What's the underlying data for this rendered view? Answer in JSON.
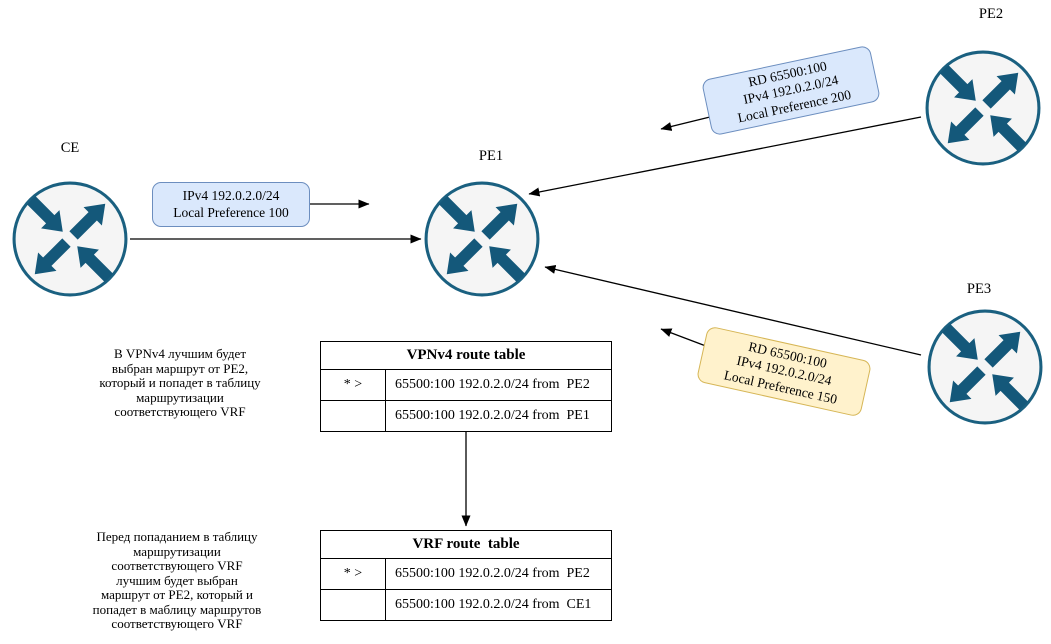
{
  "diagram": {
    "title": "VPNv4 best path selection diagram",
    "colors": {
      "background": "#ffffff",
      "router_fill": "#f5f5f5",
      "router_stroke": "#14587a",
      "connector": "#000000",
      "callout_blue_fill": "#dae8fc",
      "callout_blue_border": "#6c8ebf",
      "callout_yellow_fill": "#fff2cc",
      "callout_yellow_border": "#d6b656",
      "table_border": "#000000"
    },
    "nodes": {
      "ce": {
        "label": "CE"
      },
      "pe1": {
        "label": "PE1"
      },
      "pe2": {
        "label": "PE2"
      },
      "pe3": {
        "label": "PE3"
      }
    },
    "callouts": {
      "ce": {
        "text": "IPv4 192.0.2.0/24\nLocal Preference 100"
      },
      "pe2": {
        "text": "RD 65500:100\nIPv4 192.0.2.0/24\nLocal Preference 200"
      },
      "pe3": {
        "text": "RD 65500:100\nIPv4 192.0.2.0/24\nLocal Preference 150"
      }
    },
    "notes": {
      "vpnv4": {
        "text": "В VPNv4 лучшим будет\nвыбран маршрут от PE2,\nкоторый и попадет в таблицу\nмаршрутизации\nсоответствующего VRF"
      },
      "vrf": {
        "text": "Перед попаданием в таблицу\nмаршрутизации\nсоответствующего VRF\nлучшим будет выбран\nмаршрут от PE2, который и\nпопадет в маблицу маршрутов\nсоответствующего VRF"
      }
    },
    "tables": {
      "vpnv4": {
        "title": "VPNv4 route table",
        "rows": [
          {
            "flag": "* >",
            "route": "65500:100 192.0.2.0/24 from  PE2"
          },
          {
            "flag": "",
            "route": "65500:100 192.0.2.0/24 from  PE1"
          }
        ]
      },
      "vrf": {
        "title": "VRF route  table",
        "rows": [
          {
            "flag": "* >",
            "route": "65500:100 192.0.2.0/24 from  PE2"
          },
          {
            "flag": "",
            "route": "65500:100 192.0.2.0/24 from  CE1"
          }
        ]
      }
    }
  }
}
